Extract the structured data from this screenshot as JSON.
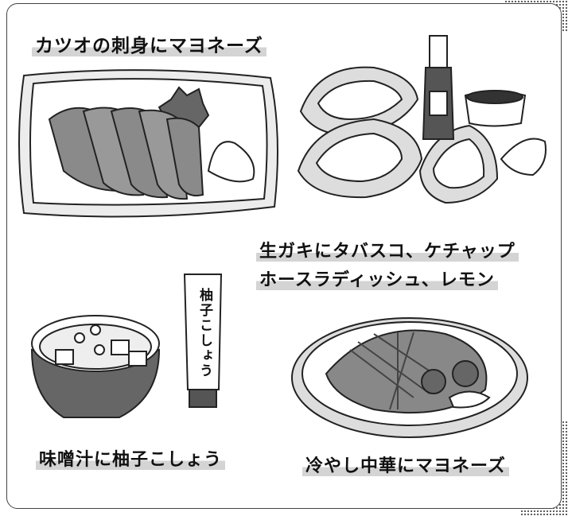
{
  "captions": {
    "katsuo": "カツオの刺身にマヨネーズ",
    "oyster_line1": "生ガキにタバスコ、ケチャップ",
    "oyster_line2": "ホースラディッシュ、レモン",
    "miso": "味噌汁に柚子こしょう",
    "hiyashi": "冷やし中華にマヨネーズ"
  },
  "tube_label": "柚子こしょう"
}
